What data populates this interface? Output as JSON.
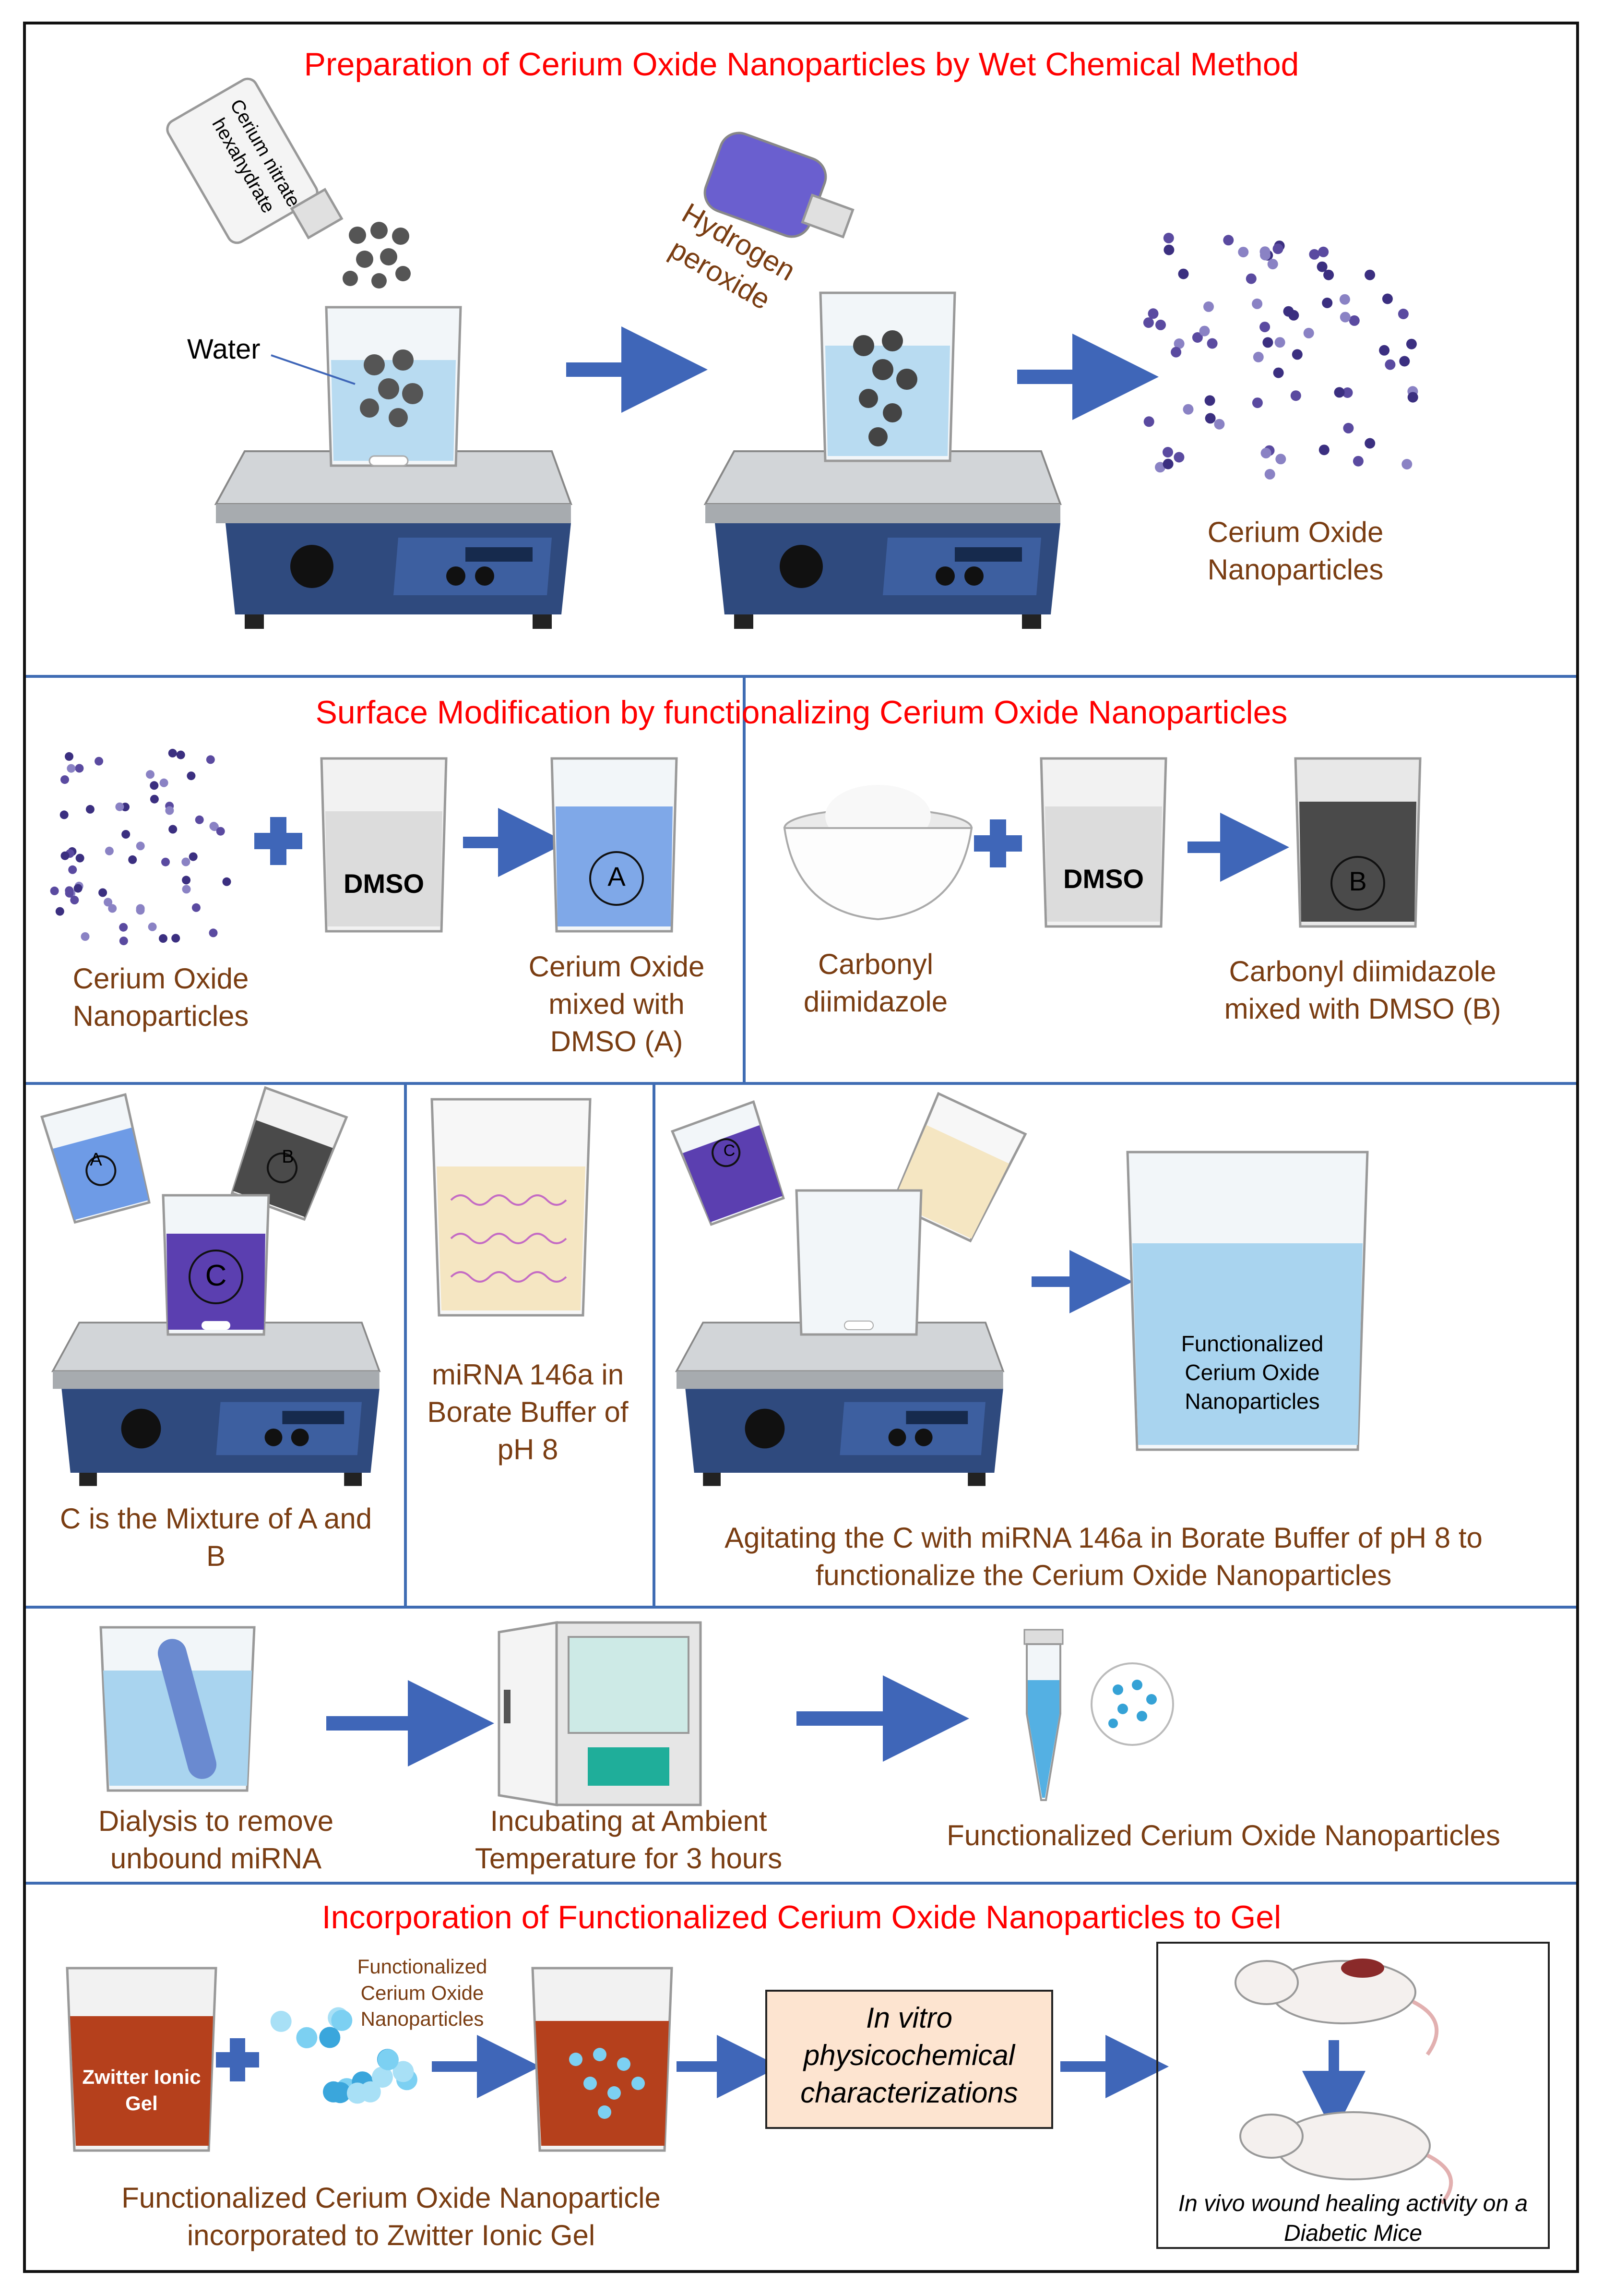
{
  "colors": {
    "title": "#ff0000",
    "caption": "#7a3d12",
    "separator": "#3f6cb3",
    "arrow": "#3f66b8",
    "stirrer_body": "#2f4a7e",
    "stirrer_top": "#b8bcc0",
    "particle": "#3b2f80",
    "solution_blue": "#a9d4ef",
    "solution_dark": "#4a4a4a",
    "solution_purple": "#5b3fb0",
    "buffer": "#f5e6c2",
    "gel": "#b5401c",
    "char_box": "#fde4d0"
  },
  "section1": {
    "title": "Preparation of  Cerium Oxide Nanoparticles by Wet Chemical Method",
    "bottle_label": "Cerium nitrate hexahydrate",
    "water_label": "Water",
    "reagent_label": "Hydrogen peroxide",
    "product_label": "Cerium Oxide Nanoparticles"
  },
  "section2": {
    "title": "Surface Modification by functionalizing Cerium Oxide Nanoparticles",
    "left_input": "Cerium Oxide Nanoparticles",
    "dmso_label": "DMSO",
    "beaker_a": "A",
    "left_result": "Cerium Oxide mixed with DMSO (A)",
    "right_input": "Carbonyl diimidazole",
    "beaker_b": "B",
    "right_result": "Carbonyl diimidazole mixed with DMSO (B)"
  },
  "section3": {
    "mix_a": "A",
    "mix_b": "B",
    "mix_c": "C",
    "mix_caption": "C is the Mixture of A and B",
    "buffer_caption": "miRNA 146a in Borate Buffer of pH 8",
    "pour_c": "C",
    "product_label": "Functionalized Cerium Oxide Nanoparticles",
    "agitate_caption": "Agitating the C with miRNA 146a in Borate Buffer of pH 8 to functionalize the Cerium Oxide Nanoparticles"
  },
  "section4": {
    "dialysis_caption": "Dialysis to remove unbound miRNA",
    "incubate_caption": "Incubating at Ambient Temperature for 3 hours",
    "product_caption": "Functionalized Cerium Oxide Nanoparticles"
  },
  "section5": {
    "title": "Incorporation of Functionalized Cerium Oxide Nanoparticles to Gel",
    "gel_label": "Zwitter Ionic Gel",
    "np_label": "Functionalized Cerium Oxide Nanoparticles",
    "gel_caption": "Functionalized Cerium Oxide Nanoparticle incorporated to Zwitter Ionic Gel",
    "invitro": "In vitro physicochemical characterizations",
    "invivo": "In vivo wound healing activity on a Diabetic Mice"
  }
}
